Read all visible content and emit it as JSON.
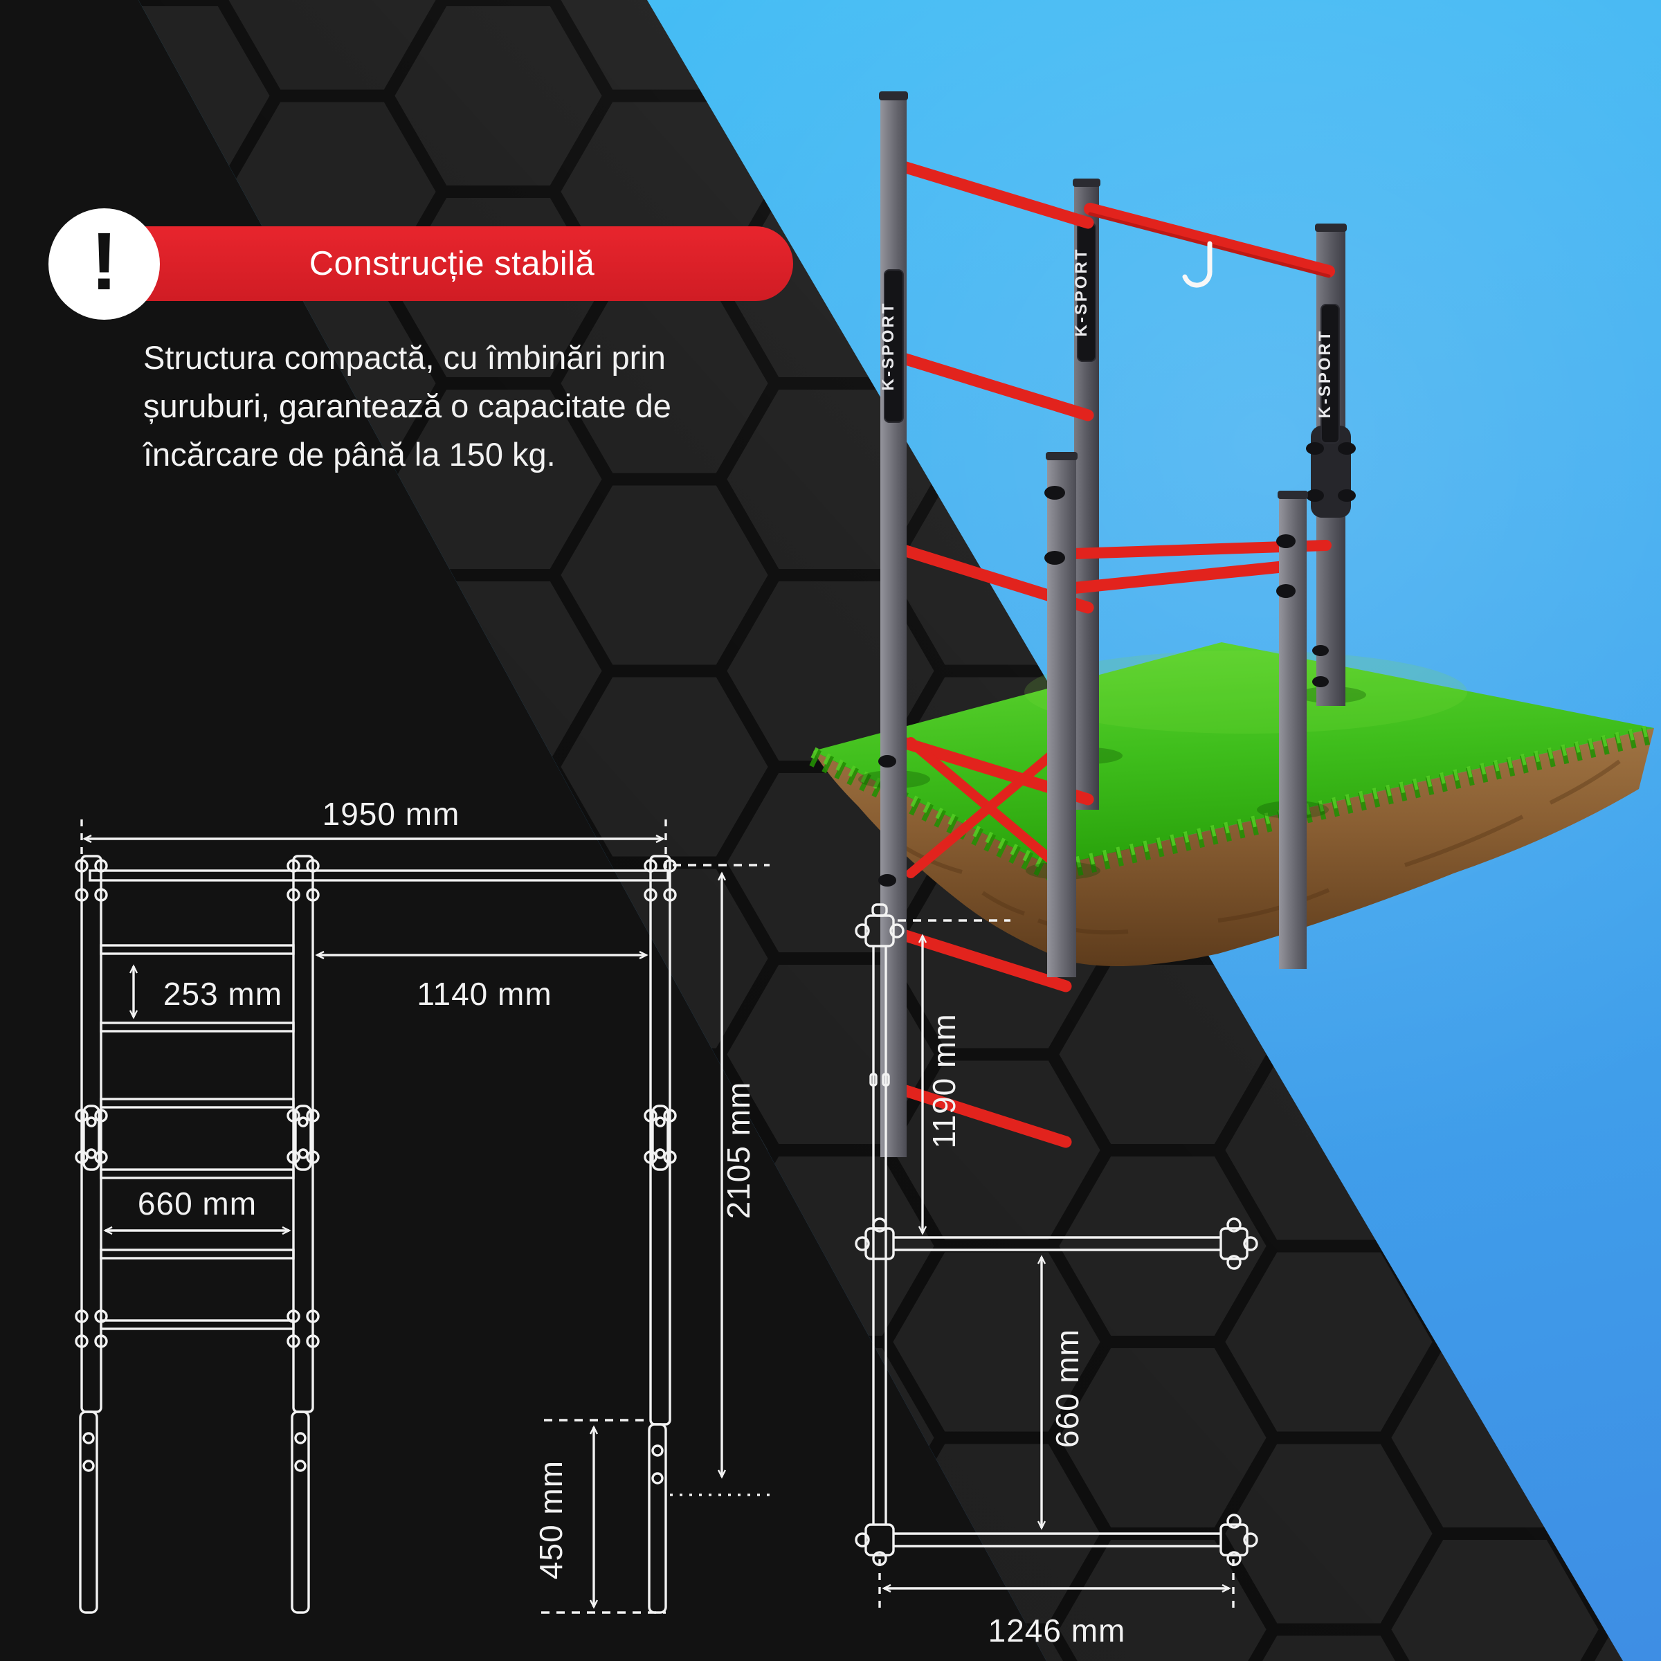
{
  "badge": {
    "exclamation": "!",
    "title": "Construcție stabilă"
  },
  "description": {
    "lines": [
      "Structura compactă, cu îmbinări prin",
      "șuruburi, garantează o capacitate de",
      "încărcare de până la 150 kg."
    ]
  },
  "brand": {
    "label": "K-SPORT"
  },
  "front_view": {
    "total_width": "1950 mm",
    "inner_width": "1140 mm",
    "rung_spacing": "253 mm",
    "ladder_width": "660 mm",
    "total_height": "2105 mm",
    "ground_anchor_depth": "450 mm"
  },
  "top_view": {
    "frame_depth": "1190 mm",
    "bar_spacing": "660 mm",
    "frame_width": "1246 mm"
  },
  "colors": {
    "accent_red": "#e32129",
    "sky_blue_top": "#46c0f5",
    "sky_blue_bottom": "#3e8ee4",
    "panel_black": "#121212",
    "hex_fill": "#1e1e1e",
    "hex_stroke": "#0b0b0b",
    "line_white": "#f2f2f2",
    "grass_green": "#3fbe1c",
    "soil_brown": "#8a5f33",
    "post_gray": "#6b6b73",
    "bar_red": "#e2231d"
  }
}
